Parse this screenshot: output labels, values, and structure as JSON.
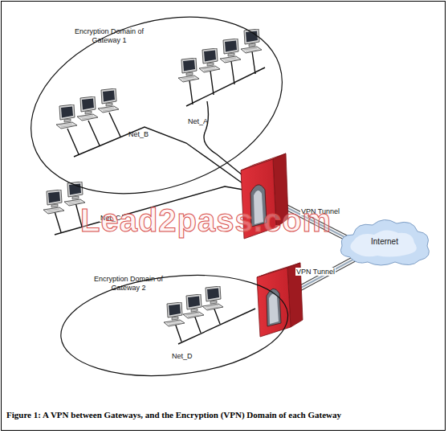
{
  "diagram": {
    "caption": "Figure 1: A VPN between Gateways, and the Encryption (VPN) Domain of each Gateway",
    "nodes": [
      {
        "text": [
          "Encryption Domain of Gateway 1"
        ]
      },
      {
        "text": [
          "Encryption Domain of Gateway 2"
        ]
      },
      {
        "text": [
          "Internet"
        ]
      }
    ],
    "labels": [
      "Net_A",
      "Net_B",
      "Net_C",
      "Net_D",
      "VPN Tunnel",
      "VPN Tunnel",
      "Lead2pass.com"
    ]
  }
}
